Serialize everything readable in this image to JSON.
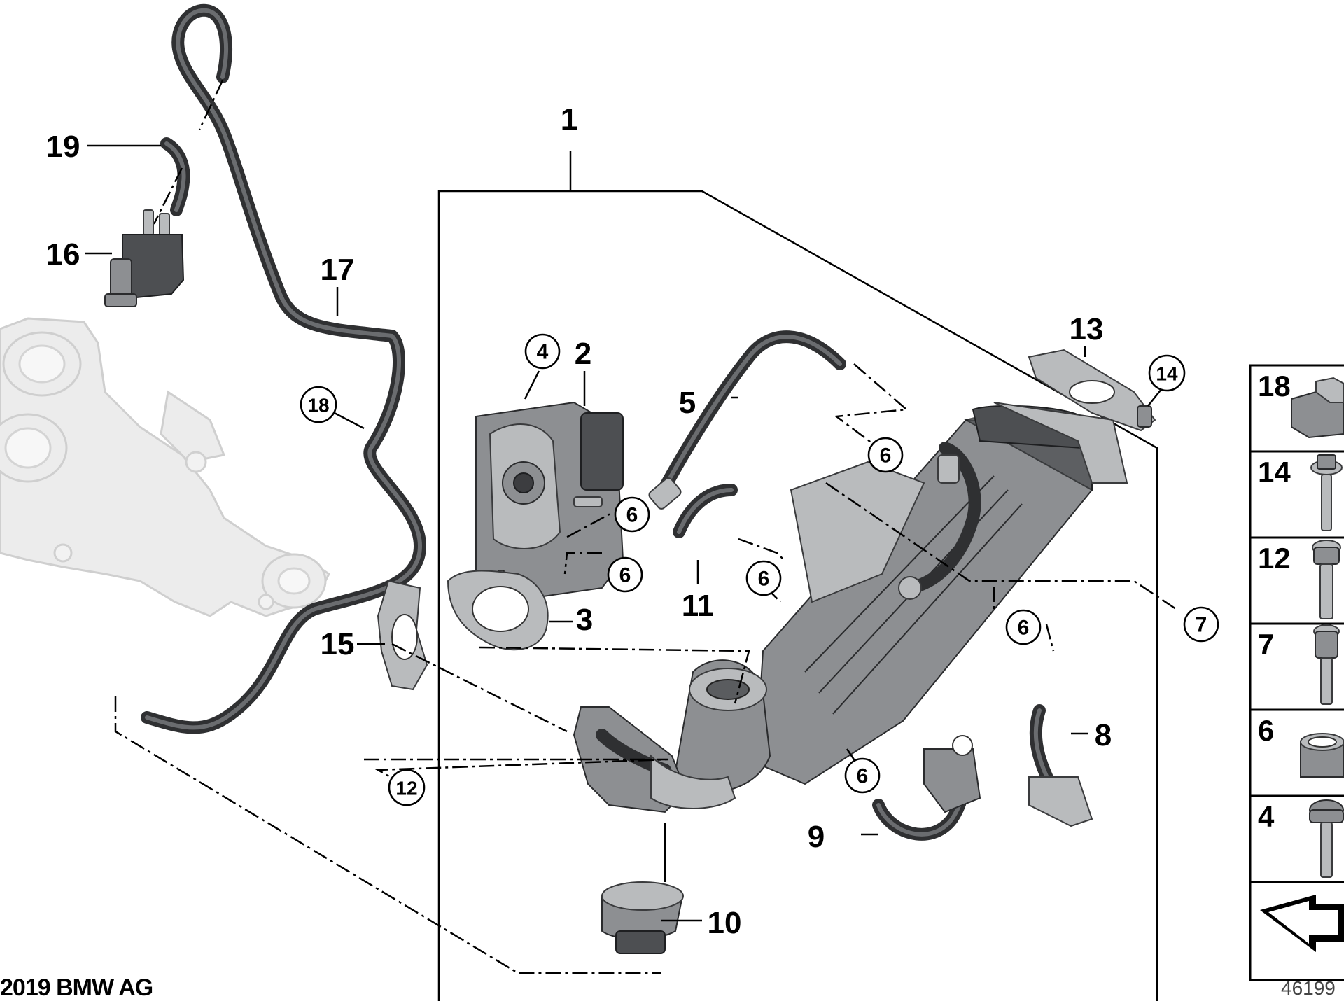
{
  "callouts": {
    "c1": "1",
    "c2": "2",
    "c3": "3",
    "c4": "4",
    "c5": "5",
    "c6a": "6",
    "c6b": "6",
    "c6c": "6",
    "c6d": "6",
    "c6e": "6",
    "c6f": "6",
    "c7": "7",
    "c8": "8",
    "c9": "9",
    "c10": "10",
    "c11": "11",
    "c12": "12",
    "c13": "13",
    "c14": "14",
    "c15": "15",
    "c16": "16",
    "c17": "17",
    "c18": "18",
    "c19": "19"
  },
  "sidebar": {
    "items": [
      {
        "number": "18",
        "icon": "hose-clip-icon"
      },
      {
        "number": "14",
        "icon": "flange-bolt-icon"
      },
      {
        "number": "12",
        "icon": "torx-bolt-icon"
      },
      {
        "number": "7",
        "icon": "hex-collar-bolt-icon"
      },
      {
        "number": "6",
        "icon": "sleeve-ring-icon"
      },
      {
        "number": "4",
        "icon": "pan-head-screw-icon"
      },
      {
        "number": "",
        "icon": "direction-arrow-icon"
      }
    ]
  },
  "footer": {
    "copyright": "2019 BMW AG",
    "image_number": "46199"
  },
  "colors": {
    "parts": "#4d4f52",
    "ghost_component": "#ececec",
    "lines": "#000000"
  }
}
